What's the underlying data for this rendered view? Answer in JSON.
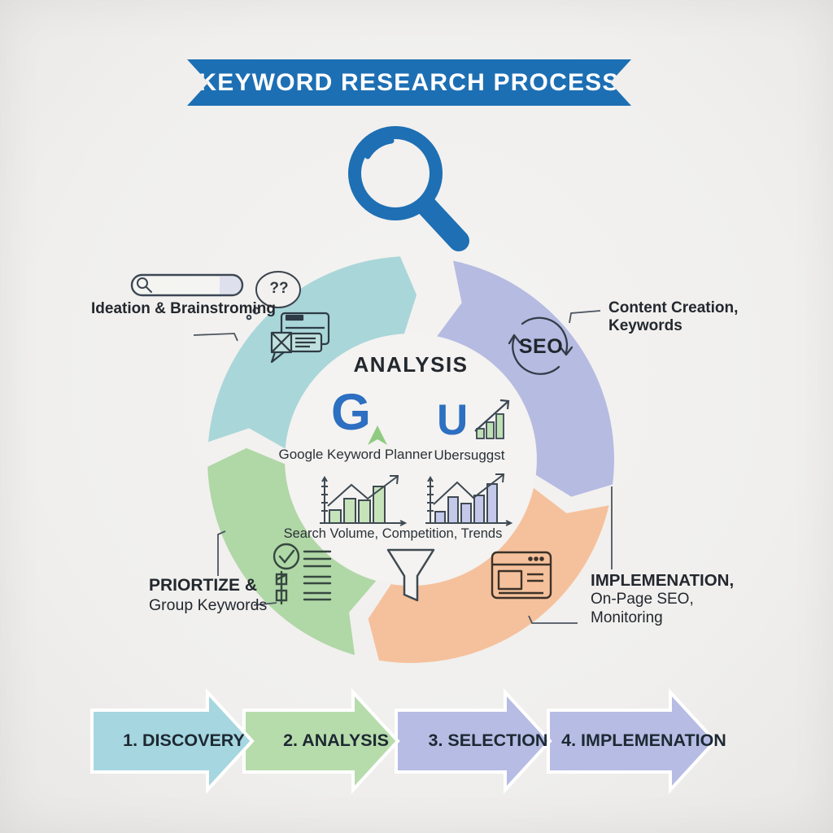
{
  "banner": {
    "title": "KEYWORD RESEARCH PROCESS"
  },
  "cycle": {
    "center_title": "ANALYSIS",
    "tools": [
      {
        "logo_letter": "G",
        "label": "Google Keyword Planner"
      },
      {
        "logo_letter": "U",
        "label": "Ubersuggst"
      }
    ],
    "metrics_caption": "Search Volume, Competition, Trends",
    "segments": [
      {
        "name": "ideation-discovery",
        "color": "#a9d6d9"
      },
      {
        "name": "content-creation",
        "color": "#b6bbe2"
      },
      {
        "name": "implementation",
        "color": "#f5c19c"
      },
      {
        "name": "prioritize-group",
        "color": "#b0d7a6"
      }
    ]
  },
  "annotations": {
    "top_left": {
      "label": "Ideation & Brainstroming",
      "bubble_text": "??"
    },
    "top_right": {
      "badge": "SEO",
      "line1": "Content Creation,",
      "line2": "Keywords"
    },
    "bottom_left": {
      "line1": "PRIORTIZE &",
      "line2": "Group Keywords"
    },
    "bottom_right": {
      "line1": "IMPLEMENATION,",
      "line2": "On-Page SEO,",
      "line3": "Monitoring"
    }
  },
  "steps": [
    {
      "label": "1. DISCOVERY",
      "color": "#a6d6df"
    },
    {
      "label": "2. ANALYSIS",
      "color": "#b7dcab"
    },
    {
      "label": "3. SELECTION",
      "color": "#b6bce3"
    },
    {
      "label": "4. IMPLEMENATION",
      "color": "#b6bce3"
    }
  ],
  "icons": {
    "magnifier": "magnifying-glass",
    "search_bar": "search-input-bar",
    "thought_bubble": "question-thought-bubble",
    "chat_messages": "chat-message-windows",
    "seo_cycle": "seo-refresh-arrows",
    "checklist": "checklist-with-checkmark",
    "browser_window": "browser-window",
    "funnel": "filter-funnel",
    "bar_chart_green": "mini-bar-chart-trend-green",
    "bar_chart_purple": "mini-bar-chart-trend-purple"
  },
  "colors": {
    "banner_blue": "#1d6fb4",
    "magnifier_blue": "#1e6fb4",
    "logo_blue": "#2d6fc1",
    "logo_green": "#8fcb80",
    "outline_dark": "#3b4754",
    "text_dark": "#23282e",
    "background": "#f0efed",
    "inner_circle": "#f4f3f1"
  }
}
